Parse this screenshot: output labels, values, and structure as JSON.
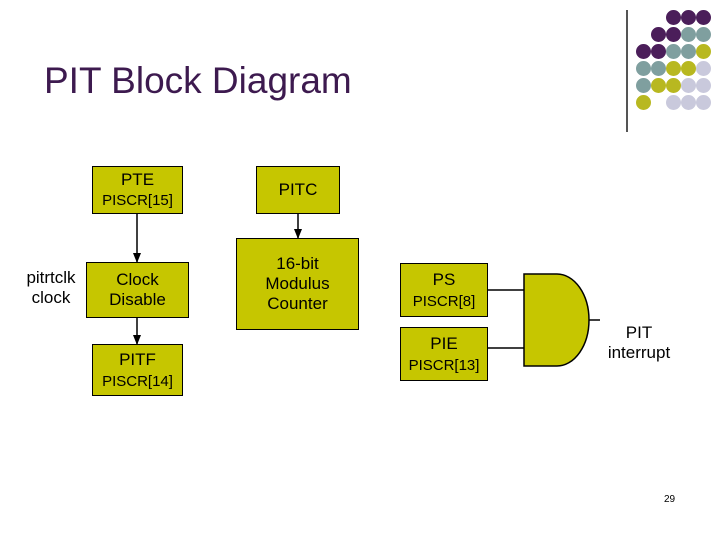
{
  "slide": {
    "title": "PIT Block Diagram",
    "page_number": "29"
  },
  "theme": {
    "title_color": "#3d1a4f",
    "box_fill": "#c6c600",
    "dot_colors": {
      "purple": "#4b1e5a",
      "teal": "#7f9f9f",
      "olive": "#b8b820",
      "lavender": "#c9c9dc"
    }
  },
  "diagram": {
    "pte": {
      "label": "PTE",
      "register": "PISCR[15]"
    },
    "pitc": {
      "label": "PITC"
    },
    "input": {
      "line1": "pitrtclk",
      "line2": "clock"
    },
    "clock_disable": {
      "line1": "Clock",
      "line2": "Disable"
    },
    "counter": {
      "line1": "16-bit",
      "line2": "Modulus",
      "line3": "Counter"
    },
    "ps": {
      "label": "PS",
      "register": "PISCR[8]"
    },
    "pie": {
      "label": "PIE",
      "register": "PISCR[13]"
    },
    "pitf": {
      "label": "PITF",
      "register": "PISCR[14]"
    },
    "output": {
      "line1": "PIT",
      "line2": "interrupt"
    }
  }
}
